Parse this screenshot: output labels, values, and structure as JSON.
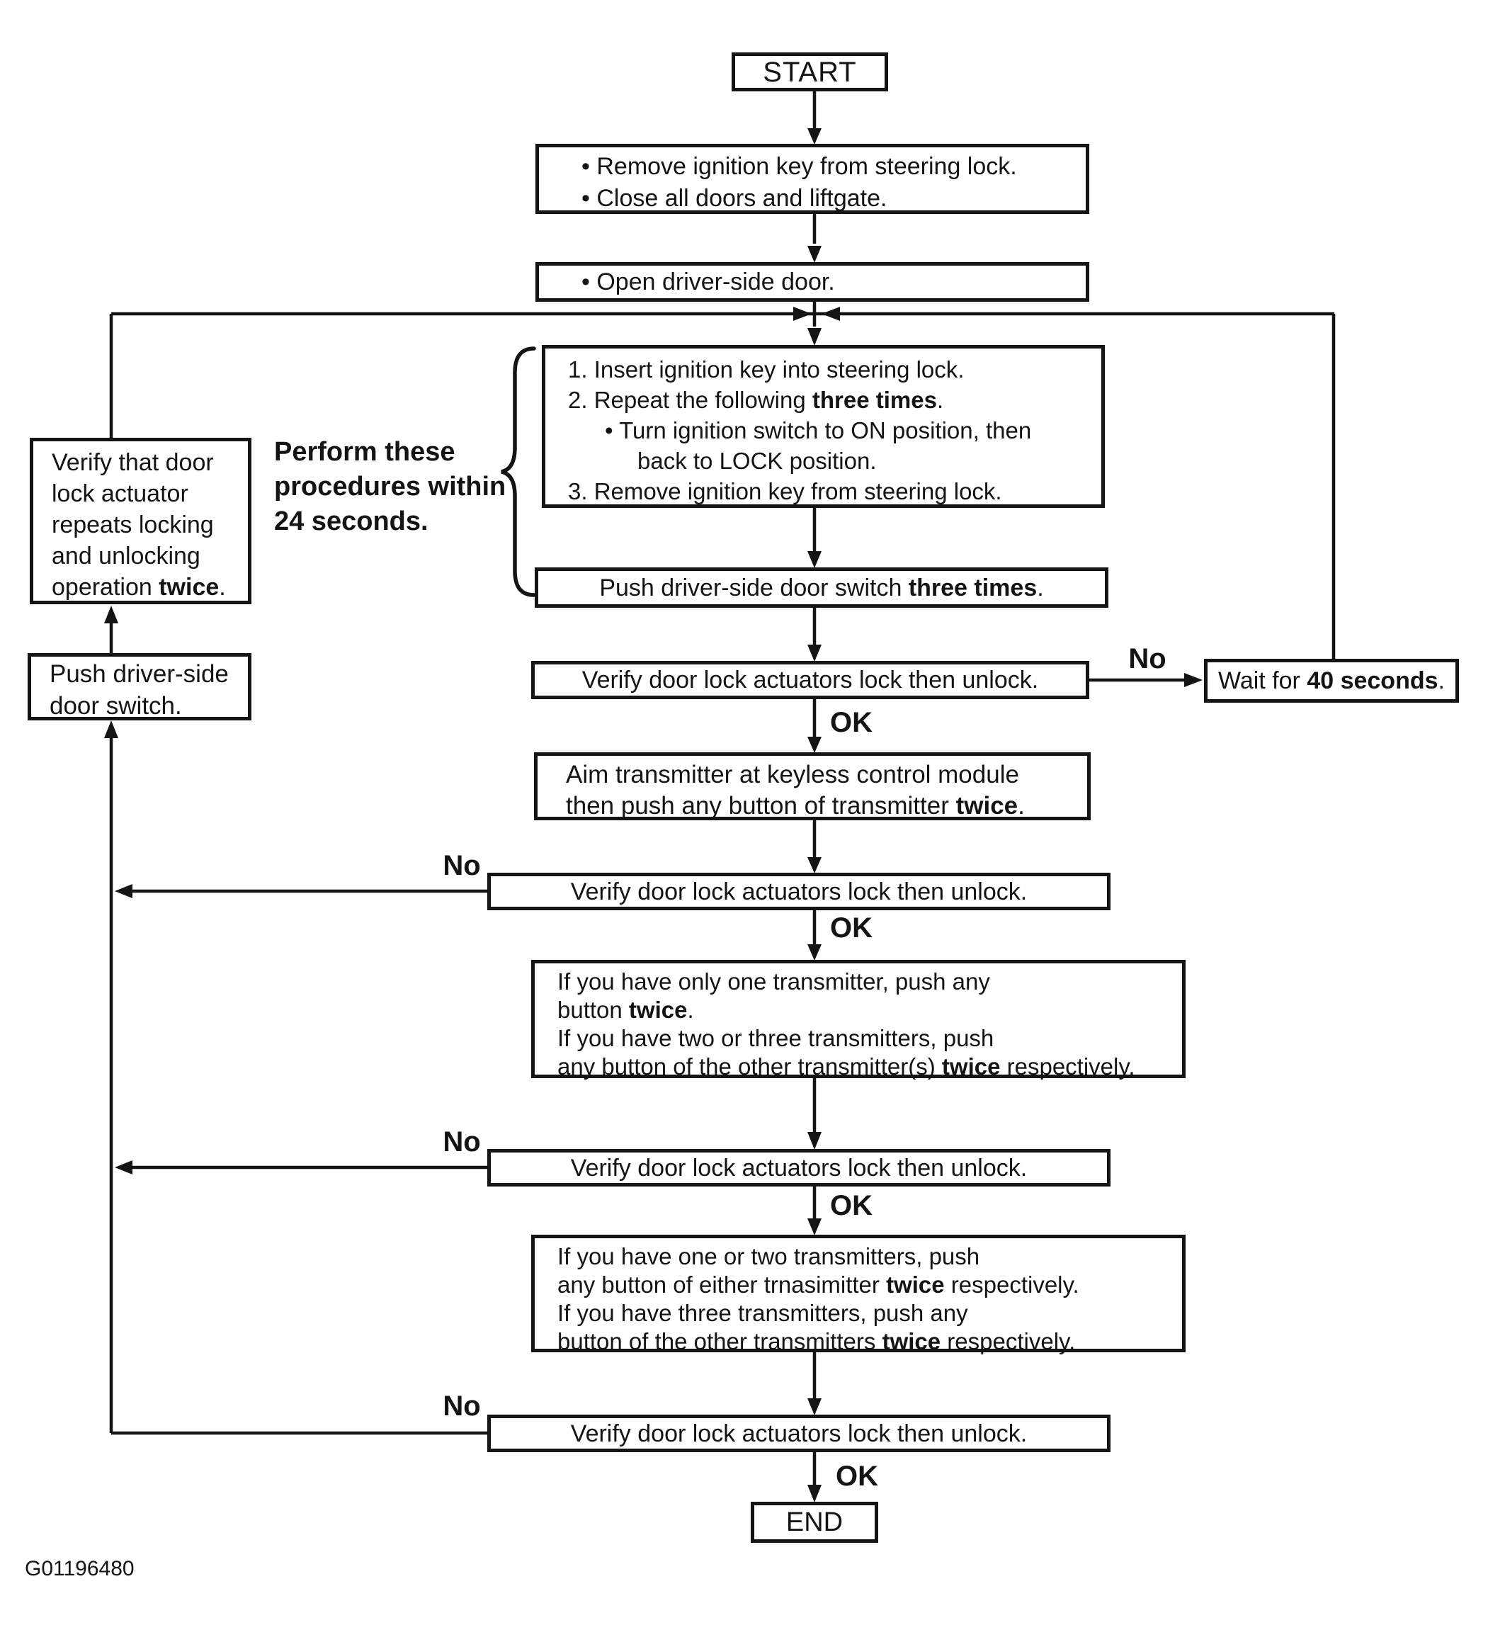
{
  "palette": {
    "ink": "#141414",
    "paper": "#ffffff"
  },
  "labels": {
    "no": "No",
    "ok": "OK"
  },
  "figure_id": "G01196480",
  "nodes": {
    "start": "START",
    "end": "END",
    "prep": {
      "lines": [
        [
          {
            "t": "•  Remove ignition key from steering lock."
          }
        ],
        [
          {
            "t": "•  Close all doors and liftgate."
          }
        ]
      ]
    },
    "open_door": {
      "lines": [
        [
          {
            "t": "•  Open driver-side door."
          }
        ]
      ]
    },
    "ignition_steps": {
      "lines": [
        [
          {
            "t": "1.  Insert ignition key into steering lock."
          }
        ],
        [
          {
            "t": "2.  Repeat the following "
          },
          {
            "t": "three times",
            "b": true
          },
          {
            "t": "."
          }
        ],
        [
          {
            "t": "•  Turn ignition switch to ON position, then"
          }
        ],
        [
          {
            "t": "back to LOCK position."
          }
        ],
        [
          {
            "t": "3.  Remove ignition key from steering lock."
          }
        ]
      ]
    },
    "side_note": {
      "lines": [
        [
          {
            "t": "Perform these",
            "b": true
          }
        ],
        [
          {
            "t": "procedures within",
            "b": true
          }
        ],
        [
          {
            "t": "24 seconds.",
            "b": true
          }
        ]
      ]
    },
    "repeat_verify": {
      "lines": [
        [
          {
            "t": "Verify that door"
          }
        ],
        [
          {
            "t": "lock actuator"
          }
        ],
        [
          {
            "t": "repeats locking"
          }
        ],
        [
          {
            "t": "and unlocking"
          }
        ],
        [
          {
            "t": "operation "
          },
          {
            "t": "twice",
            "b": true
          },
          {
            "t": "."
          }
        ]
      ]
    },
    "push_switch": {
      "lines": [
        [
          {
            "t": "Push driver-side"
          }
        ],
        [
          {
            "t": "door switch."
          }
        ]
      ]
    },
    "push_three": {
      "lines": [
        [
          {
            "t": "Push driver-side door switch "
          },
          {
            "t": "three times",
            "b": true
          },
          {
            "t": "."
          }
        ]
      ]
    },
    "verify1": {
      "lines": [
        [
          {
            "t": "Verify door lock actuators lock then unlock."
          }
        ]
      ]
    },
    "wait40": {
      "lines": [
        [
          {
            "t": "Wait for "
          },
          {
            "t": "40 seconds",
            "b": true
          },
          {
            "t": "."
          }
        ]
      ]
    },
    "aim": {
      "lines": [
        [
          {
            "t": "Aim transmitter at keyless control module"
          }
        ],
        [
          {
            "t": "then push any button of transmitter "
          },
          {
            "t": "twice",
            "b": true
          },
          {
            "t": "."
          }
        ]
      ]
    },
    "verify2": {
      "lines": [
        [
          {
            "t": "Verify door lock actuators lock then unlock."
          }
        ]
      ]
    },
    "transmitters1": {
      "lines": [
        [
          {
            "t": "If you have only one transmitter, push any"
          }
        ],
        [
          {
            "t": "button "
          },
          {
            "t": "twice",
            "b": true
          },
          {
            "t": "."
          }
        ],
        [
          {
            "t": "If you have two or three transmitters, push"
          }
        ],
        [
          {
            "t": "any button of the other transmitter(s) "
          },
          {
            "t": "twice",
            "b": true
          },
          {
            "t": " respectively."
          }
        ]
      ]
    },
    "verify3": {
      "lines": [
        [
          {
            "t": "Verify door lock actuators lock then unlock."
          }
        ]
      ]
    },
    "transmitters2": {
      "lines": [
        [
          {
            "t": "If you have one or two transmitters, push"
          }
        ],
        [
          {
            "t": "any button of either trnasimitter "
          },
          {
            "t": "twice",
            "b": true
          },
          {
            "t": " respectively."
          }
        ],
        [
          {
            "t": "If you have three transmitters, push any"
          }
        ],
        [
          {
            "t": "button of the other transmitters "
          },
          {
            "t": "twice",
            "b": true
          },
          {
            "t": " respectively."
          }
        ]
      ]
    },
    "verify4": {
      "lines": [
        [
          {
            "t": "Verify door lock actuators lock then unlock."
          }
        ]
      ]
    }
  }
}
